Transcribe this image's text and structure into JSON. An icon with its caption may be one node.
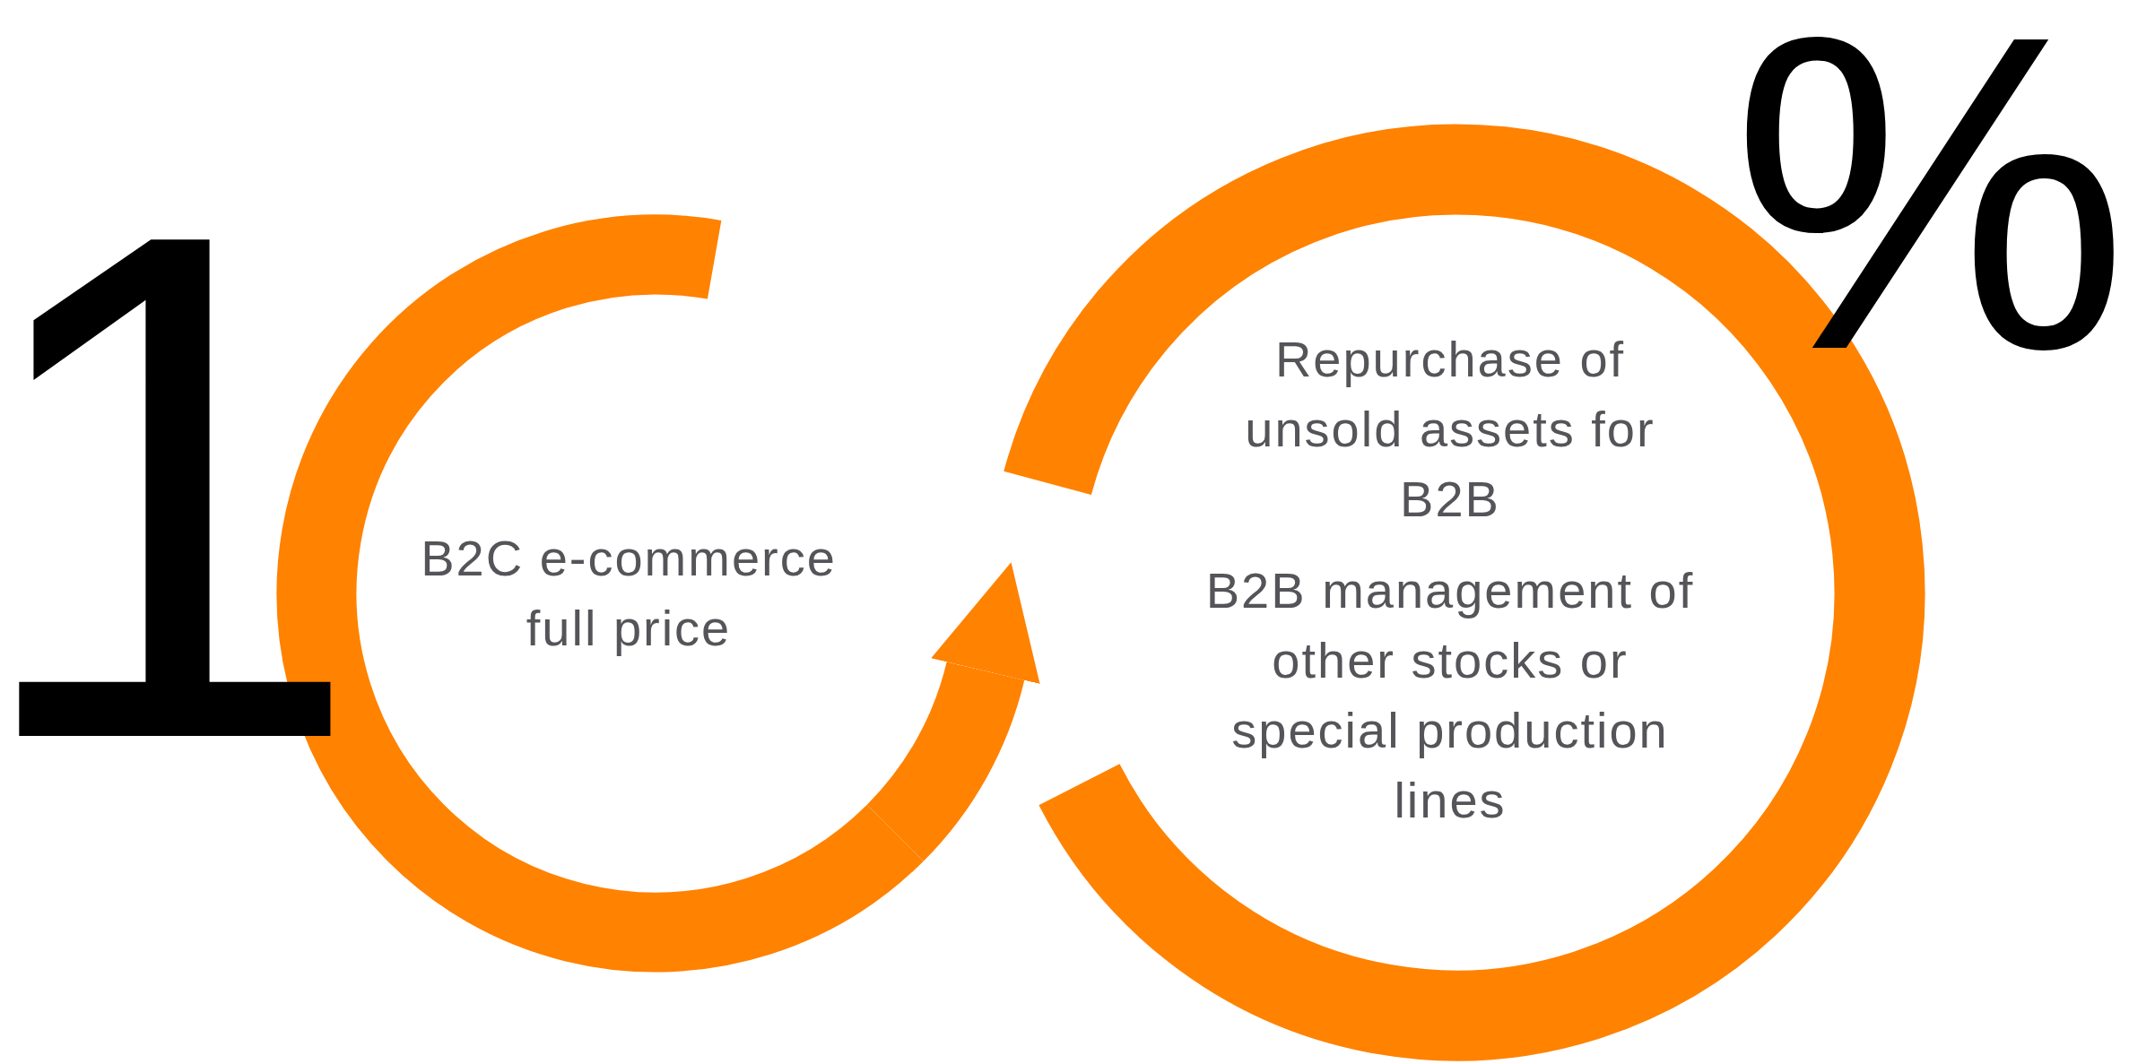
{
  "diagram": {
    "nodes": [
      {
        "text": [
          "B2C e-commerce full price"
        ]
      },
      {
        "text": [
          "Repurchase of unsold assets for B2B",
          "B2B management of other stocks or special production lines"
        ]
      }
    ],
    "edges": [
      {
        "from": 0,
        "to": 1,
        "arrow": "to"
      }
    ],
    "labels": [
      "1",
      "%"
    ]
  }
}
